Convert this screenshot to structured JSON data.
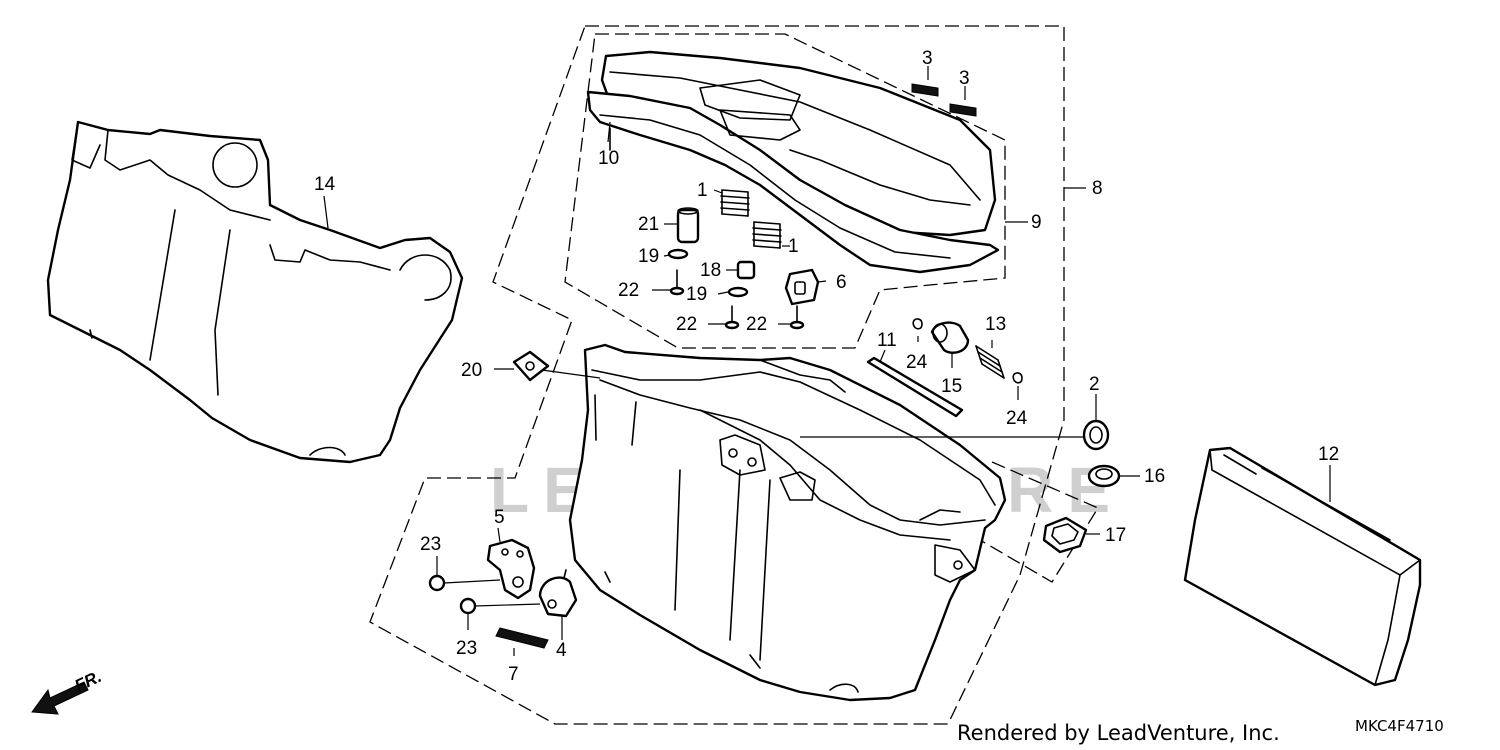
{
  "callouts": {
    "c1a": "1",
    "c1b": "1",
    "c2": "2",
    "c3a": "3",
    "c3b": "3",
    "c4": "4",
    "c5": "5",
    "c6": "6",
    "c7": "7",
    "c8": "8",
    "c9": "9",
    "c10": "10",
    "c11": "11",
    "c12": "12",
    "c13": "13",
    "c14": "14",
    "c15": "15",
    "c16": "16",
    "c17": "17",
    "c18": "18",
    "c19a": "19",
    "c19b": "19",
    "c20": "20",
    "c21": "21",
    "c22a": "22",
    "c22b": "22",
    "c22c": "22",
    "c23a": "23",
    "c23b": "23",
    "c24a": "24",
    "c24b": "24"
  },
  "direction_label": "FR.",
  "watermark": "LEADVENTURE",
  "credit": "Rendered by LeadVenture, Inc.",
  "diagram_code": "MKC4F4710"
}
